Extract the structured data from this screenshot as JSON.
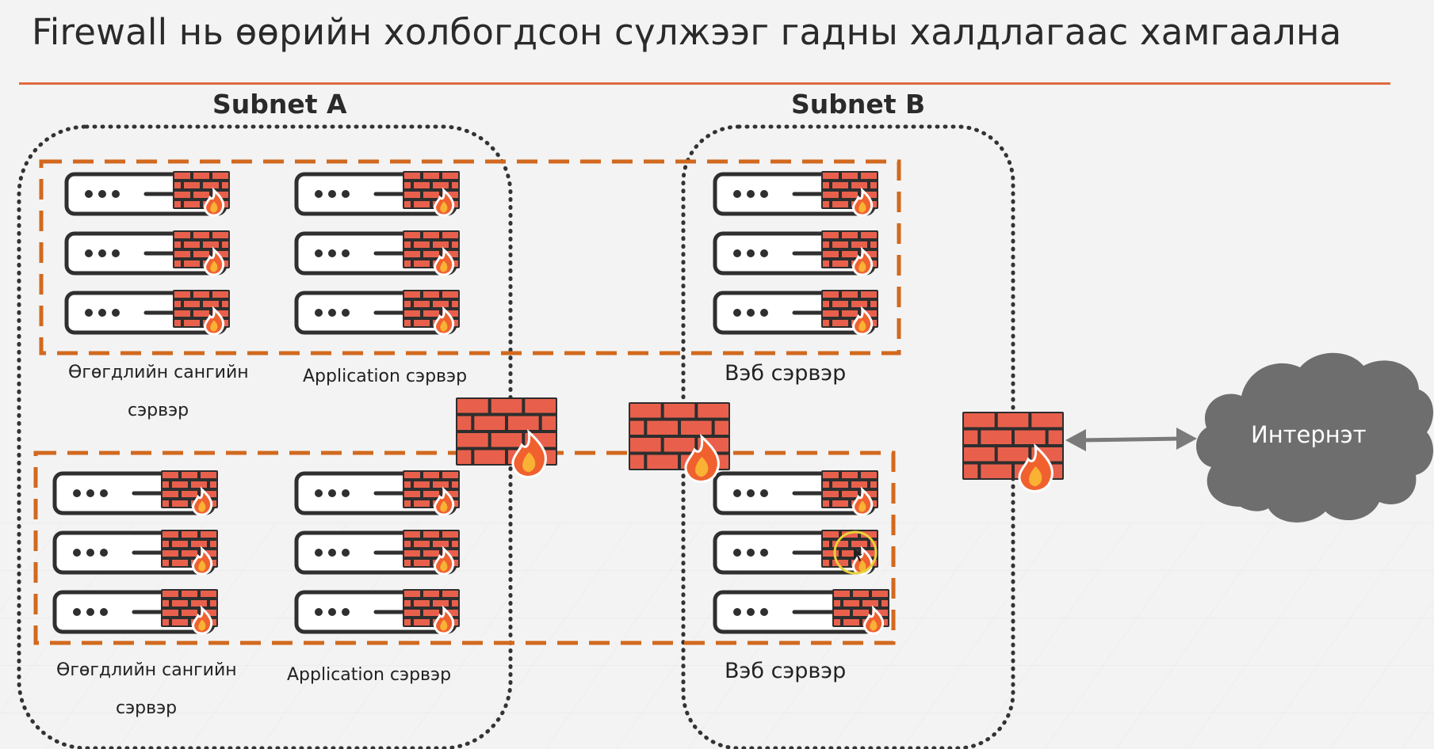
{
  "slide": {
    "title": "Firewall нь өөрийн холбогдсон сүлжээг гадны халдлагаас хамгаална",
    "accent_color": "#e06a3e"
  },
  "subnets": [
    {
      "id": "a",
      "title": "Subnet A"
    },
    {
      "id": "b",
      "title": "Subnet B"
    }
  ],
  "groups": [
    {
      "id": "db-top",
      "label_line1": "Өгөгдлийн сангийн",
      "label_line2": "сэрвэр",
      "server_count": 3
    },
    {
      "id": "app-top",
      "label": "Application сэрвэр",
      "server_count": 3
    },
    {
      "id": "web-top",
      "label": "Вэб сэрвэр",
      "server_count": 3
    },
    {
      "id": "db-bottom",
      "label_line1": "Өгөгдлийн сангийн",
      "label_line2": "сэрвэр",
      "server_count": 3
    },
    {
      "id": "app-bottom",
      "label": "Application сэрвэр",
      "server_count": 3
    },
    {
      "id": "web-bottom",
      "label": "Вэб сэрвэр",
      "server_count": 3
    }
  ],
  "internet": {
    "label": "Интернэт",
    "color": "#6e6e6e"
  },
  "icons": {
    "server": "server-icon",
    "firewall": "firewall-icon",
    "cloud": "cloud-icon",
    "arrow": "double-arrow-icon"
  },
  "colors": {
    "brick": "#e8604c",
    "brick_line": "#2e2e2e",
    "flame_outer": "#f0612f",
    "flame_inner": "#f9b233",
    "dashed_group": "#d2691e",
    "dotted_subnet": "#333333",
    "server_outline": "#2f2f2f"
  }
}
